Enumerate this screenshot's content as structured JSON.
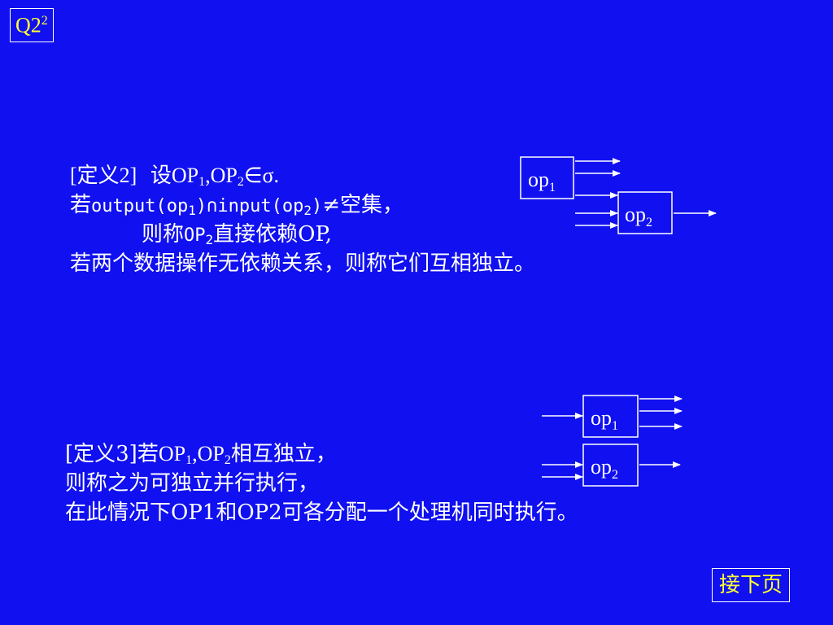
{
  "badge": {
    "label": "Q2",
    "sup": "2"
  },
  "def2": {
    "line1": {
      "bracket": "[定义2]",
      "she": "设",
      "op1": "OP",
      "sub1": "1",
      "comma": ",",
      "op2": "OP",
      "sub2": "2",
      "tail": "∈σ."
    },
    "line2": {
      "ruo": "若",
      "output": "output(op",
      "sub1": "1",
      "mid": ")∩input(op",
      "sub2": "2",
      "close": ")",
      "tail": "≠空集，"
    },
    "line3": {
      "zecheng": "则称",
      "op": "OP",
      "sub": "2",
      "tail": "直接依赖OP,"
    },
    "line4": "若两个数据操作无依赖关系，则称它们互相独立。"
  },
  "def3": {
    "line1": {
      "bracket": "[定义3]若",
      "op1": "OP",
      "sub1": "1",
      "comma": ",",
      "op2": "OP",
      "sub2": "2",
      "tail": "相互独立，"
    },
    "line2": "则称之为可独立并行执行，",
    "line3": "在此情况下OP1和OP2可各分配一个处理机同时执行。"
  },
  "diagram_top": {
    "box1": {
      "label": "op",
      "sub": "1"
    },
    "box2": {
      "label": "op",
      "sub": "2"
    }
  },
  "diagram_bottom": {
    "box1": {
      "label": "op",
      "sub": "1"
    },
    "box2": {
      "label": "op",
      "sub": "2"
    }
  },
  "nav": {
    "next_label": "接下页"
  },
  "colors": {
    "background": "#1010f0",
    "text": "#ffffff",
    "accent": "#ffff33"
  }
}
